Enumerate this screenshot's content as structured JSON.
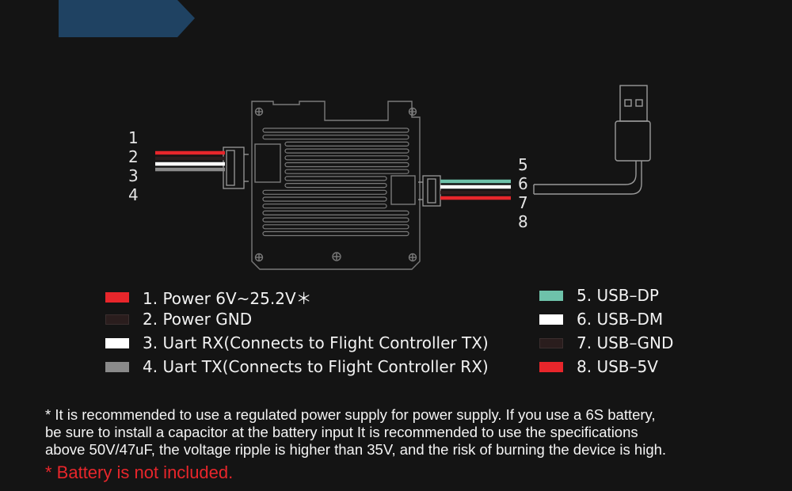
{
  "left_connector": {
    "pins": [
      "1",
      "2",
      "3",
      "4"
    ]
  },
  "right_connector": {
    "pins": [
      "5",
      "6",
      "7",
      "8"
    ]
  },
  "legend_left": [
    {
      "label": "1. Power 6V~25.2V＊",
      "color": "#e8262b"
    },
    {
      "label": "2. Power GND",
      "color": "#2a1d1d"
    },
    {
      "label": "3. Uart RX(Connects to Flight Controller TX)",
      "color": "#ffffff"
    },
    {
      "label": "4. Uart TX(Connects to Flight Controller RX)",
      "color": "#8a8a8a"
    }
  ],
  "legend_right": [
    {
      "label": "5. USB–DP",
      "color": "#6ec2aa"
    },
    {
      "label": "6. USB–DM",
      "color": "#ffffff"
    },
    {
      "label": "7. USB–GND",
      "color": "#2a1d1d"
    },
    {
      "label": "8. USB–5V",
      "color": "#e8262b"
    }
  ],
  "note": {
    "lines": [
      "* It is recommended to use a regulated power supply for power supply. If you use a 6S battery,",
      "be sure to install a capacitor at the battery input It is recommended to use the specifications",
      "above 50V/47uF, the voltage ripple is higher than 35V, and the risk of burning the device is high."
    ],
    "warning": "* Battery is not included."
  },
  "colors": {
    "accent_tab": "#1f4262",
    "background": "#141414",
    "warning": "#e8262b"
  }
}
